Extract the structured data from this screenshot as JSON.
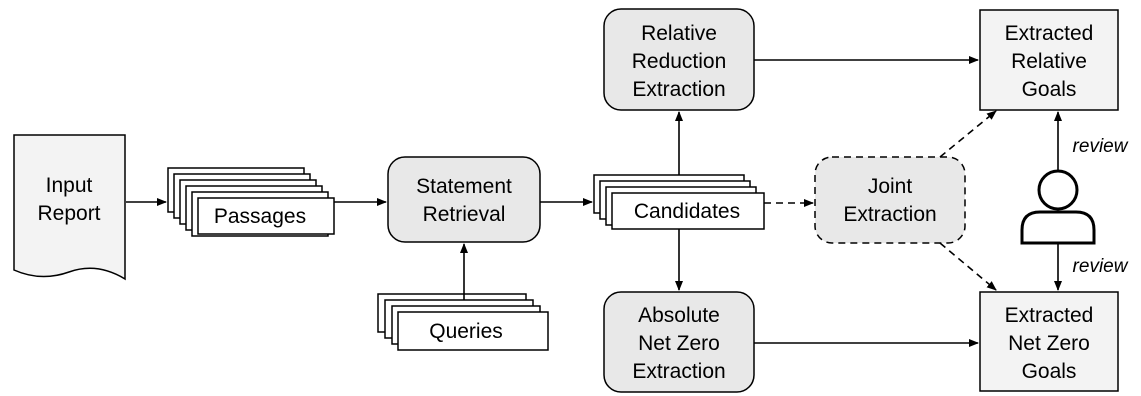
{
  "nodes": {
    "input_report": [
      "Input",
      "Report"
    ],
    "passages": "Passages",
    "statement_retrieval": [
      "Statement",
      "Retrieval"
    ],
    "queries": "Queries",
    "candidates": "Candidates",
    "relative_extraction": [
      "Relative",
      "Reduction",
      "Extraction"
    ],
    "netzero_extraction": [
      "Absolute",
      "Net Zero",
      "Extraction"
    ],
    "joint_extraction": [
      "Joint",
      "Extraction"
    ],
    "extracted_relative": [
      "Extracted",
      "Relative",
      "Goals"
    ],
    "extracted_netzero": [
      "Extracted",
      "Net Zero",
      "Goals"
    ]
  },
  "review_top": "review",
  "review_bottom": "review",
  "icons": [
    "document-icon",
    "person-icon"
  ]
}
